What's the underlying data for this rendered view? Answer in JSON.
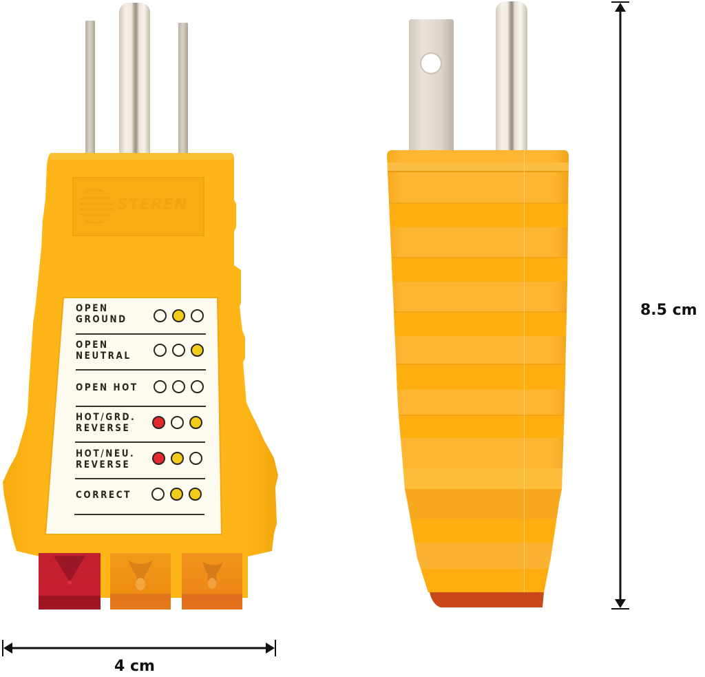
{
  "front_view": {
    "brand": "STEREN",
    "legend": [
      {
        "label_lines": [
          "OPEN",
          "GROUND"
        ],
        "lamps": [
          "off",
          "yellow",
          "off"
        ]
      },
      {
        "label_lines": [
          "OPEN",
          "NEUTRAL"
        ],
        "lamps": [
          "off",
          "off",
          "yellow"
        ]
      },
      {
        "label_lines": [
          "OPEN HOT"
        ],
        "lamps": [
          "off",
          "off",
          "off"
        ]
      },
      {
        "label_lines": [
          "HOT/GRD.",
          "REVERSE"
        ],
        "lamps": [
          "red",
          "off",
          "yellow"
        ]
      },
      {
        "label_lines": [
          "HOT/NEU.",
          "REVERSE"
        ],
        "lamps": [
          "red",
          "yellow",
          "off"
        ]
      },
      {
        "label_lines": [
          "CORRECT"
        ],
        "lamps": [
          "off",
          "yellow",
          "yellow"
        ]
      }
    ],
    "indicator_lights": [
      "red",
      "amber",
      "amber"
    ]
  },
  "dimensions": {
    "width_label": "4 cm",
    "height_label": "8.5 cm"
  },
  "colors": {
    "body_yellow": "#fdb515",
    "body_shadow": "#f0a20c",
    "label_bg": "#fdfaf0",
    "lamp_yellow": "#f2cc1a",
    "lamp_red": "#e52a2e",
    "led_red": "#b3182a",
    "led_amber": "#f0880e",
    "side_tip": "#c9481a"
  }
}
